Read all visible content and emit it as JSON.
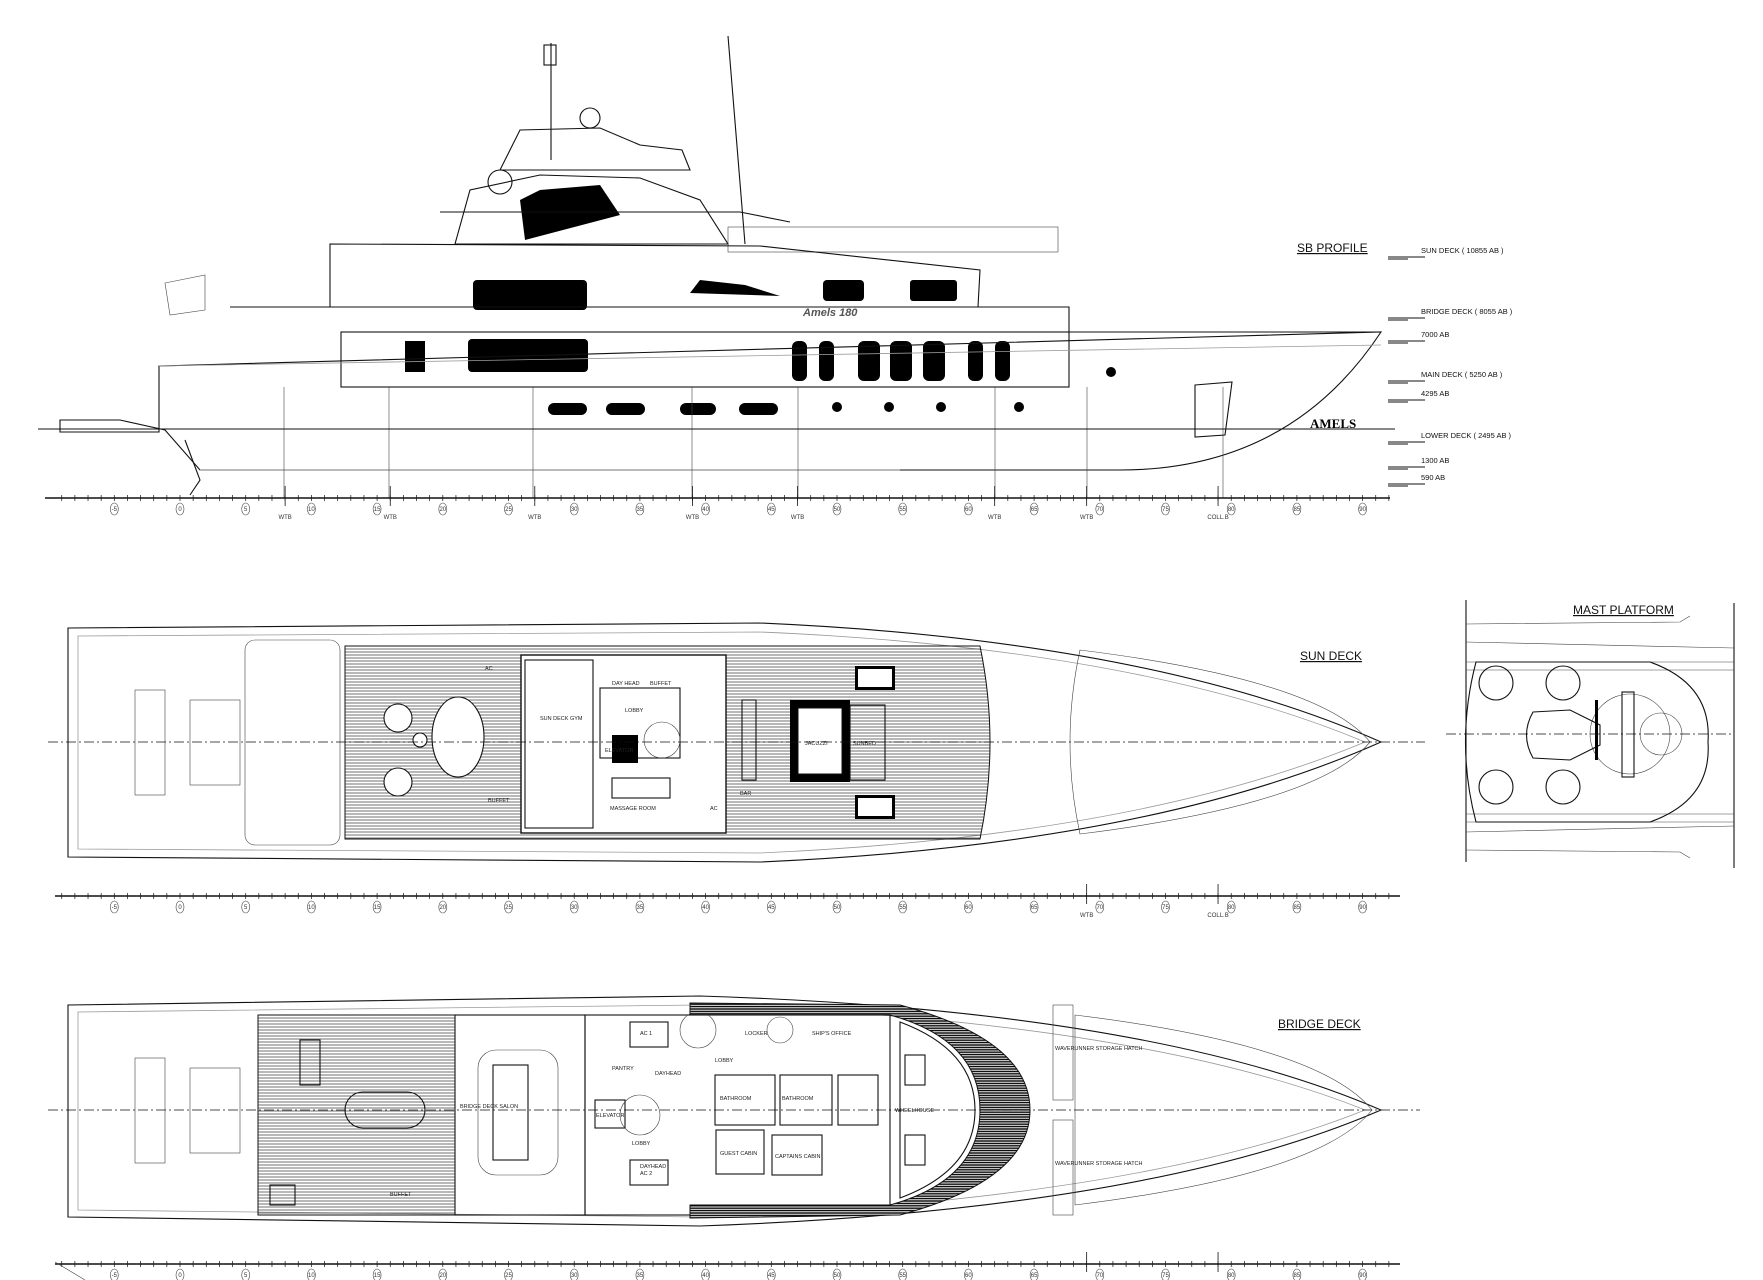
{
  "profile": {
    "title": "SB PROFILE",
    "model_text": "Amels 180",
    "logo_text": "AMELS",
    "levels": [
      {
        "label": "SUN DECK ( 10855 AB )"
      },
      {
        "label": "BRIDGE DECK ( 8055 AB )"
      },
      {
        "label": "7000 AB"
      },
      {
        "label": "MAIN DECK ( 5250 AB )"
      },
      {
        "label": "4295 AB"
      },
      {
        "label": "LOWER DECK ( 2495  AB )"
      },
      {
        "label": "1300 AB"
      },
      {
        "label": "590 AB"
      }
    ]
  },
  "sun_deck": {
    "title": "SUN DECK",
    "rooms": [
      "SUN DECK GYM",
      "LOBBY",
      "ELEVATOR",
      "MASSAGE ROOM",
      "JACUZZI",
      "SUNBED",
      "BAR",
      "BUFFET",
      "AC",
      "AC",
      "DAY HEAD",
      "BUFFET"
    ]
  },
  "mast_platform": {
    "title": "MAST PLATFORM"
  },
  "bridge_deck": {
    "title": "BRIDGE DECK",
    "rooms": [
      "BRIDGE DECK SALON",
      "PANTRY",
      "LOBBY",
      "AC 1",
      "AC 2",
      "ELEVATOR",
      "LOBBY",
      "DAYHEAD",
      "DAYHEAD",
      "BATHROOM",
      "BATHROOM",
      "GUEST CABIN",
      "CAPTAINS CABIN",
      "LOCKER",
      "SHIP'S OFFICE",
      "WHEELHOUSE",
      "WAVERUNNER STORAGE HATCH",
      "WAVERUNNER STORAGE HATCH",
      "BUFFET"
    ]
  },
  "ruler": {
    "frame_labels": [
      "-5",
      "0",
      "5",
      "10",
      "15",
      "20",
      "25",
      "30",
      "35",
      "40",
      "45",
      "50",
      "55",
      "60",
      "65",
      "70",
      "75",
      "80",
      "85",
      "90"
    ],
    "profile_markers": [
      {
        "label": "WTB",
        "frame": 8
      },
      {
        "label": "WTB",
        "frame": 16
      },
      {
        "label": "WTB",
        "frame": 27
      },
      {
        "label": "WTB",
        "frame": 39
      },
      {
        "label": "WTB",
        "frame": 47
      },
      {
        "label": "WTB",
        "frame": 62
      },
      {
        "label": "WTB",
        "frame": 69
      },
      {
        "label": "COLL.B",
        "frame": 79
      }
    ],
    "plan_markers": [
      {
        "label": "WTB",
        "frame": 69
      },
      {
        "label": "COLL.B",
        "frame": 79
      }
    ]
  }
}
